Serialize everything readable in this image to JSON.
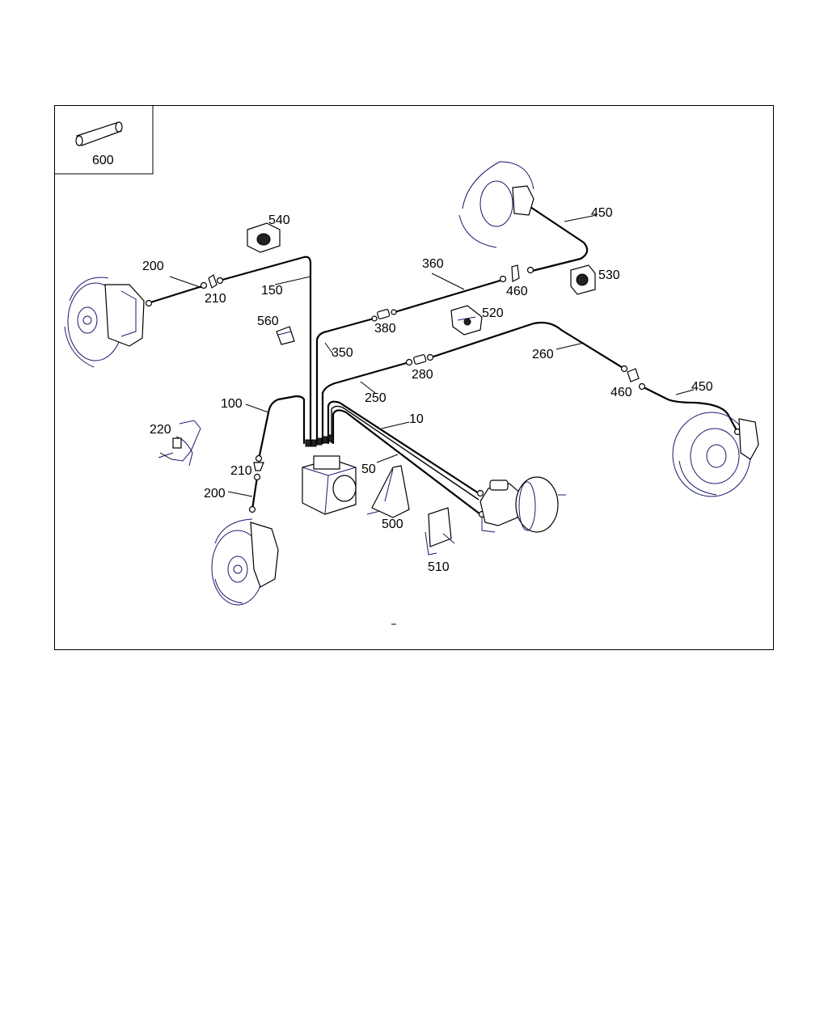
{
  "diagram": {
    "labels": {
      "l600": "600",
      "l540": "540",
      "l450a": "450",
      "l200a": "200",
      "l360": "360",
      "l210a": "210",
      "l150": "150",
      "l460a": "460",
      "l530": "530",
      "l520": "520",
      "l560": "560",
      "l380": "380",
      "l350": "350",
      "l260": "260",
      "l280": "280",
      "l460b": "460",
      "l250": "250",
      "l450b": "450",
      "l100": "100",
      "l10": "10",
      "l220": "220",
      "l50": "50",
      "l210b": "210",
      "l500": "500",
      "l200b": "200",
      "l510": "510"
    }
  }
}
